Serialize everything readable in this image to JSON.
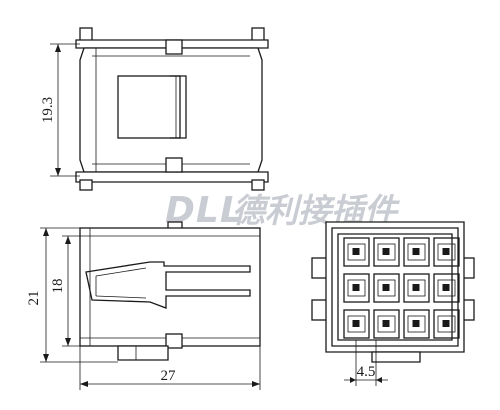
{
  "watermark": {
    "brand": "DLL",
    "tagline": "德利接插件",
    "color": "#c9ccd2"
  },
  "dimensions": {
    "top_height": "19.3",
    "side_height_total": "21",
    "side_height_inner": "18",
    "side_width": "27",
    "pitch": "4.5"
  },
  "front_view": {
    "rows": 3,
    "cols": 4
  },
  "colors": {
    "line": "#1a1a1a",
    "background": "#ffffff"
  }
}
